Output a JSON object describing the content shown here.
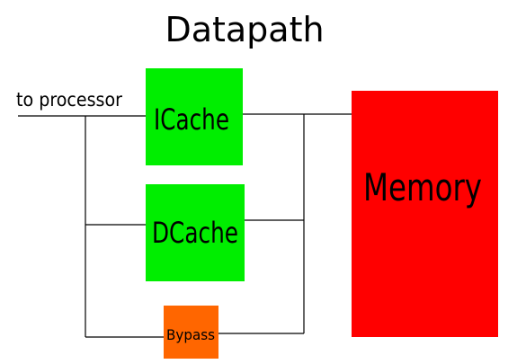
{
  "title": "Datapath",
  "processor_label": "to processor",
  "blocks": {
    "icache": {
      "label": "ICache",
      "color": "#00ee00"
    },
    "dcache": {
      "label": "DCache",
      "color": "#00ee00"
    },
    "bypass": {
      "label": "Bypass",
      "color": "#ff6600"
    },
    "memory": {
      "label": "Memory",
      "color": "#ff0000"
    }
  }
}
